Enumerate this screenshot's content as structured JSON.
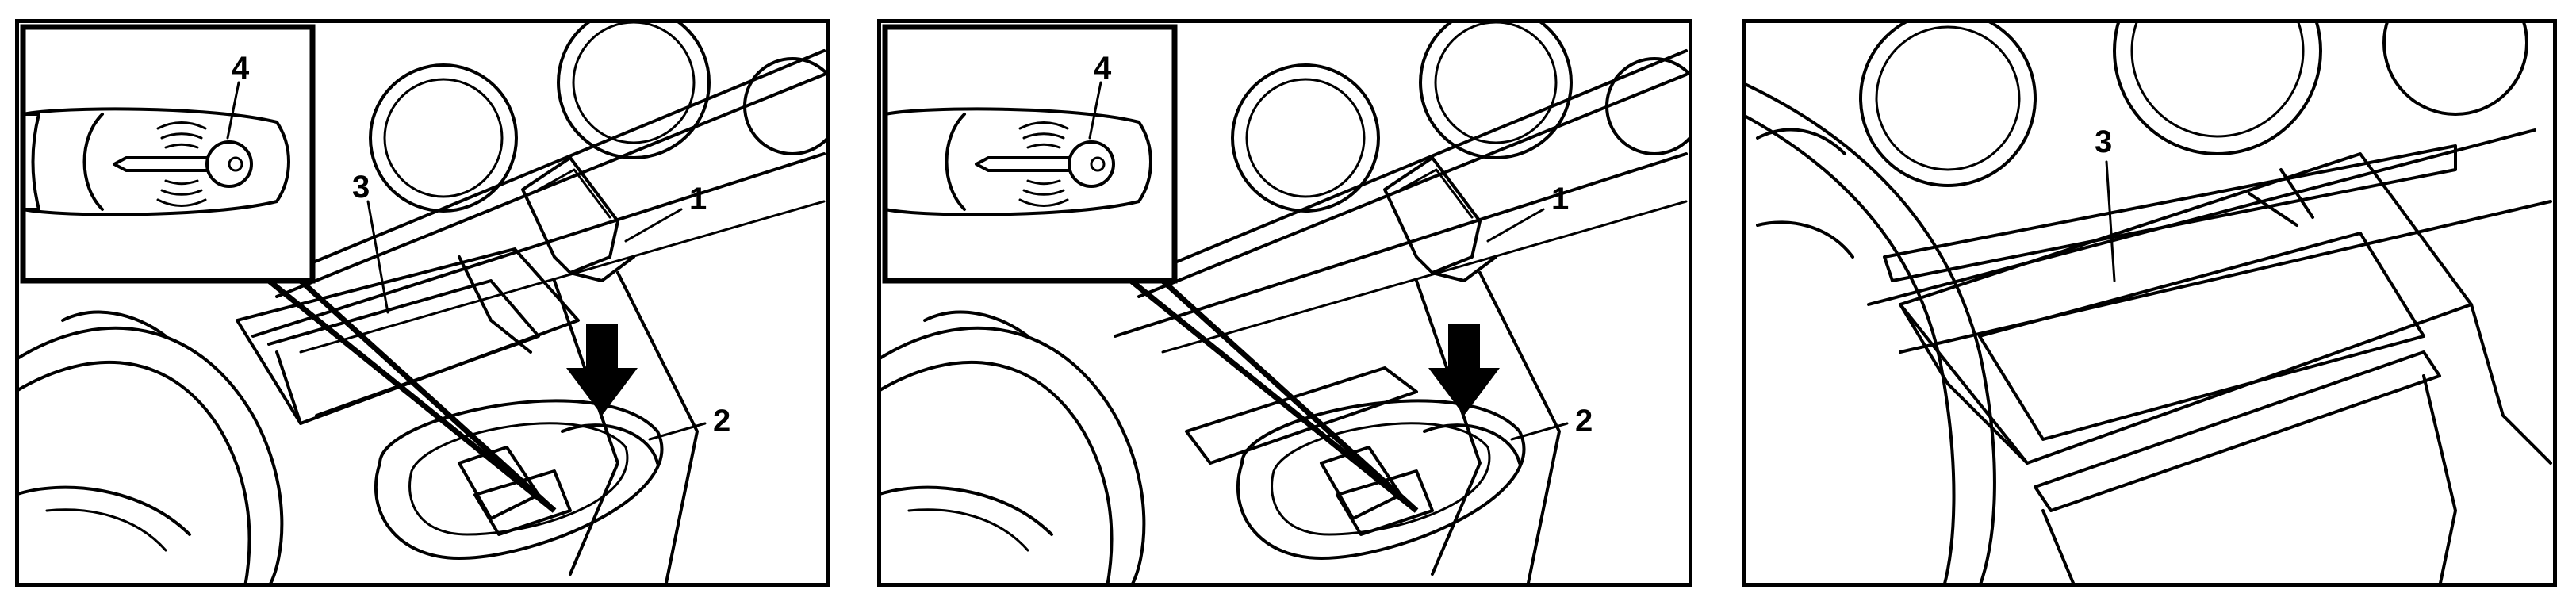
{
  "panels": [
    {
      "id": "panel-1",
      "callouts": [
        "1",
        "2",
        "3",
        "4"
      ]
    },
    {
      "id": "panel-2",
      "callouts": [
        "1",
        "2",
        "4"
      ]
    },
    {
      "id": "panel-3",
      "callouts": [
        "3"
      ]
    }
  ],
  "icons": {
    "inset": "smart-key-icon",
    "signal": "signal-waves-icon",
    "arrow": "insert-arrow-icon"
  },
  "colors": {
    "ink": "#000000",
    "paper": "#ffffff"
  }
}
